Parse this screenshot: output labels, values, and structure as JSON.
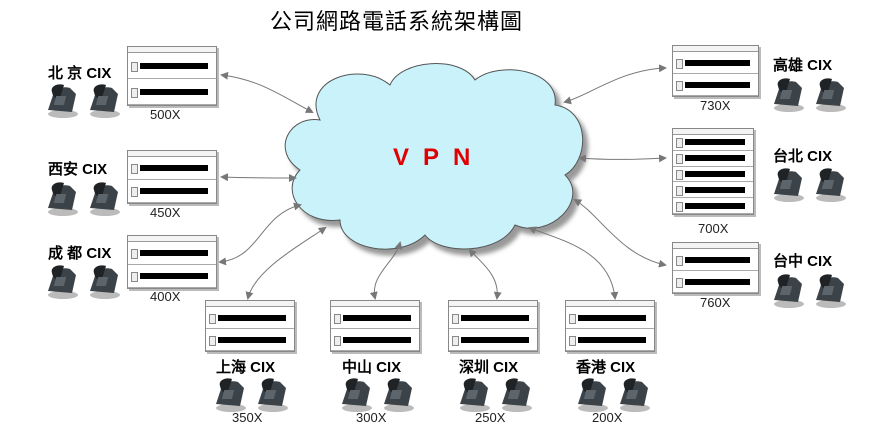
{
  "title": "公司網路電話系統架構圖",
  "cloud_label": "VPN",
  "sites": [
    {
      "name": "北 京 CIX",
      "model": "500X"
    },
    {
      "name": "西安 CIX",
      "model": "450X"
    },
    {
      "name": "成 都 CIX",
      "model": "400X"
    },
    {
      "name": "上海 CIX",
      "model": "350X"
    },
    {
      "name": "中山 CIX",
      "model": "300X"
    },
    {
      "name": "深圳 CIX",
      "model": "250X"
    },
    {
      "name": "香港 CIX",
      "model": "200X"
    },
    {
      "name": "台中 CIX",
      "model": "760X"
    },
    {
      "name": "台北 CIX",
      "model": "700X"
    },
    {
      "name": "高雄 CIX",
      "model": "730X"
    }
  ],
  "colors": {
    "cloud": "#c9f2fb",
    "vpn": "#e00000",
    "arrow": "#777777"
  }
}
